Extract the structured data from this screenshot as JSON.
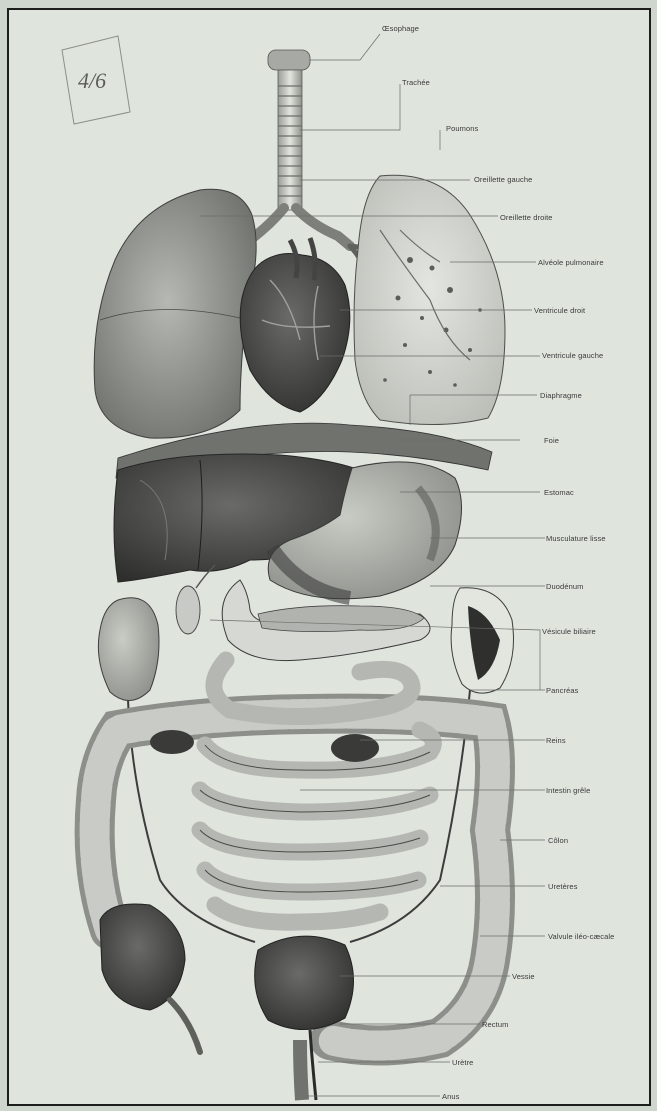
{
  "labels": {
    "oesophage": "Œsophage",
    "trachee": "Trachée",
    "poumons": "Poumons",
    "oreillette_gauche": "Oreillette gauche",
    "oreillette_droite": "Oreillette droite",
    "alveole_pulmonaire": "Alvéole pulmonaire",
    "ventricule_droit": "Ventricule droit",
    "ventricule_gauche": "Ventricule gauche",
    "diaphragme": "Diaphragme",
    "foie": "Foie",
    "estomac": "Estomac",
    "musculature_lisse": "Musculature lisse",
    "duodenum": "Duodénum",
    "vesicule_biliaire": "Vésicule biliaire",
    "pancreas": "Pancréas",
    "reins": "Reins",
    "intestin_grele": "Intestin grêle",
    "colon": "Côlon",
    "ureteres": "Uretères",
    "valvule_ileo_caecale": "Valvule iléo-cæcale",
    "vessie": "Vessie",
    "rectum": "Rectum",
    "uretre": "Urètre",
    "anus": "Anus"
  }
}
